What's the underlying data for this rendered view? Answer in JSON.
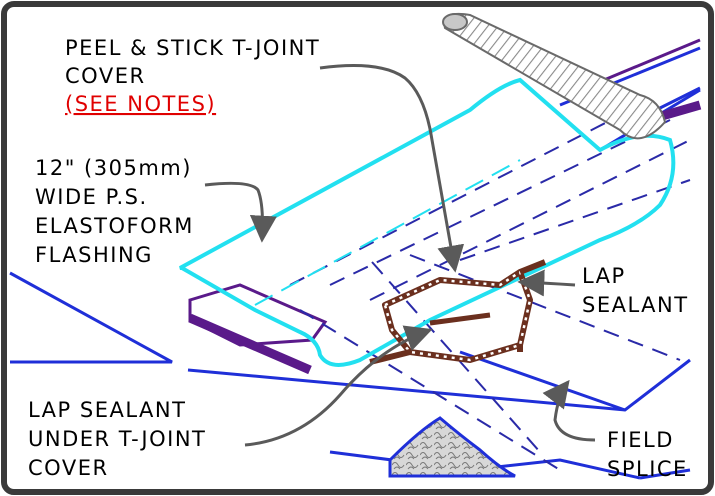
{
  "labels": {
    "t_joint_cover": [
      "PEEL & STICK T-JOINT",
      "COVER"
    ],
    "see_notes": "(SEE NOTES)",
    "flashing": [
      "12\" (305mm)",
      "WIDE P.S.",
      "ELASTOFORM",
      "FLASHING"
    ],
    "lap_sealant_right": [
      "LAP",
      "SEALANT"
    ],
    "lap_sealant_under": [
      "LAP SEALANT",
      "UNDER T-JOINT",
      "COVER"
    ],
    "field_splice": [
      "FIELD",
      "SPLICE"
    ]
  },
  "colors": {
    "frame": "#3a3a3a",
    "cyan_cover": "#22e0f0",
    "membrane_blue": "#1f2fd8",
    "dashed_blue": "#2a2aa8",
    "flashing_purple": "#5a1a8a",
    "sealant_brown": "#6b2f1e",
    "leader_gray": "#5a5a5a",
    "note_red": "#e00000"
  }
}
